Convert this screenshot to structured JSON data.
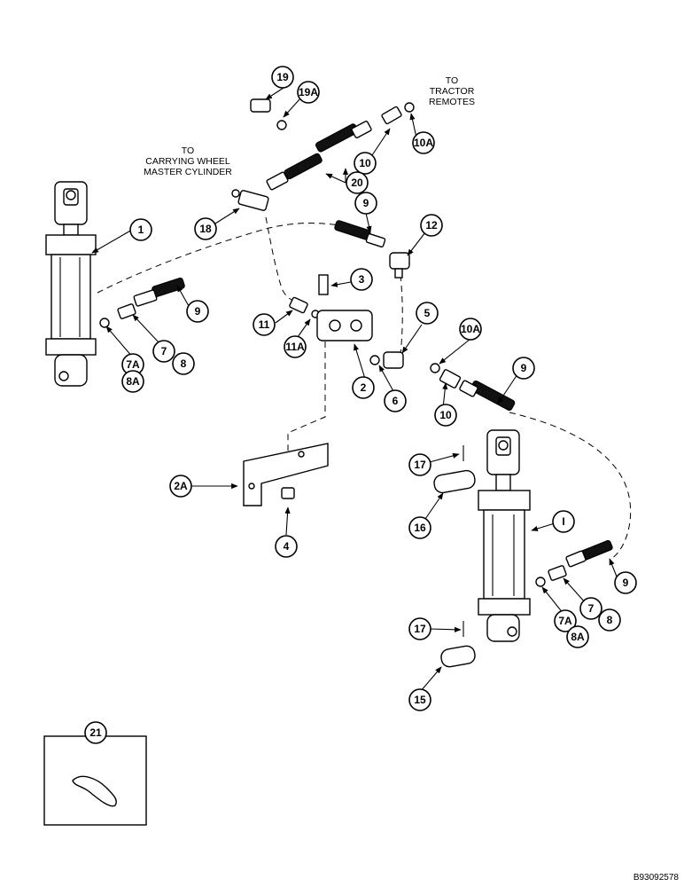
{
  "notes": {
    "tractor_remotes": [
      "TO",
      "TRACTOR",
      "REMOTES"
    ],
    "carrying_wheel": [
      "TO",
      "CARRYING WHEEL",
      "MASTER CYLINDER"
    ]
  },
  "drawing_code": "B93092578",
  "callouts": {
    "c1": "1",
    "c1b": "I",
    "c2": "2",
    "c2a": "2A",
    "c3": "3",
    "c4": "4",
    "c5": "5",
    "c6": "6",
    "c7_left": "7",
    "c7_right": "7",
    "c7a_left": "7A",
    "c7a_right": "7A",
    "c8_left": "8",
    "c8_right": "8",
    "c8a_left": "8A",
    "c8a_right": "8A",
    "c9_left": "9",
    "c9_upper": "9",
    "c9_mid_right": "9",
    "c9_lower_right": "9",
    "c10_top": "10",
    "c10_mid": "10",
    "c10a_top": "10A",
    "c10a_mid": "10A",
    "c11": "11",
    "c11a": "11A",
    "c12": "12",
    "c15": "15",
    "c16": "16",
    "c17_upper": "17",
    "c17_lower": "17",
    "c18": "18",
    "c19": "19",
    "c19a": "19A",
    "c20": "20",
    "c21": "21"
  }
}
